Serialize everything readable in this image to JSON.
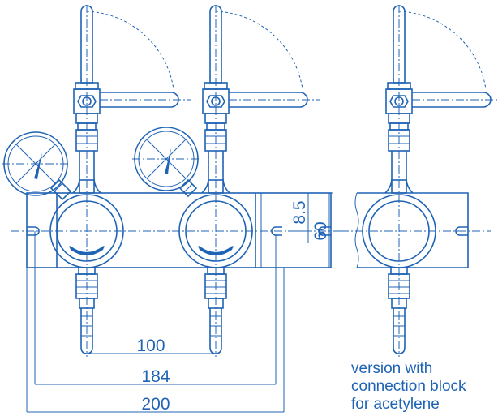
{
  "colors": {
    "line": "#1f63b5",
    "background": "#ffffff"
  },
  "dimensions": {
    "d100": "100",
    "d184": "184",
    "d200": "200",
    "d8_5": "8.5",
    "d60": "60"
  },
  "note": {
    "line1": "version with",
    "line2": "connection block",
    "line3": "for acetylene"
  }
}
